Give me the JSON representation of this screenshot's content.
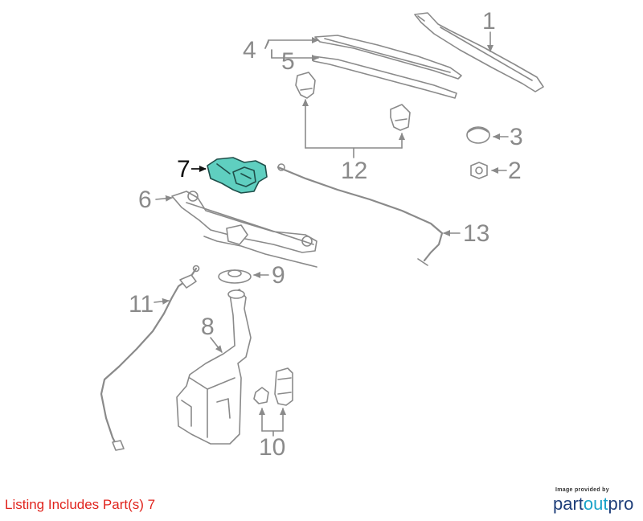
{
  "callouts": {
    "c1": "1",
    "c2": "2",
    "c3": "3",
    "c4": "4",
    "c5": "5",
    "c6": "6",
    "c7": "7",
    "c8": "8",
    "c9": "9",
    "c10": "10",
    "c11": "11",
    "c12": "12",
    "c13": "13"
  },
  "highlighted_part": "7",
  "footer": {
    "listing_text": "Listing Includes Part(s) 7",
    "credit_small": "Image provided by",
    "brand_part1": "part",
    "brand_part2": "out",
    "brand_part3": "pro"
  },
  "colors": {
    "highlight_fill": "#5fcfc0",
    "diagram_gray": "#8a8a8a",
    "listing_red": "#e0231c",
    "brand_navy": "#1f3f7a",
    "brand_cyan": "#1aa3c9"
  }
}
